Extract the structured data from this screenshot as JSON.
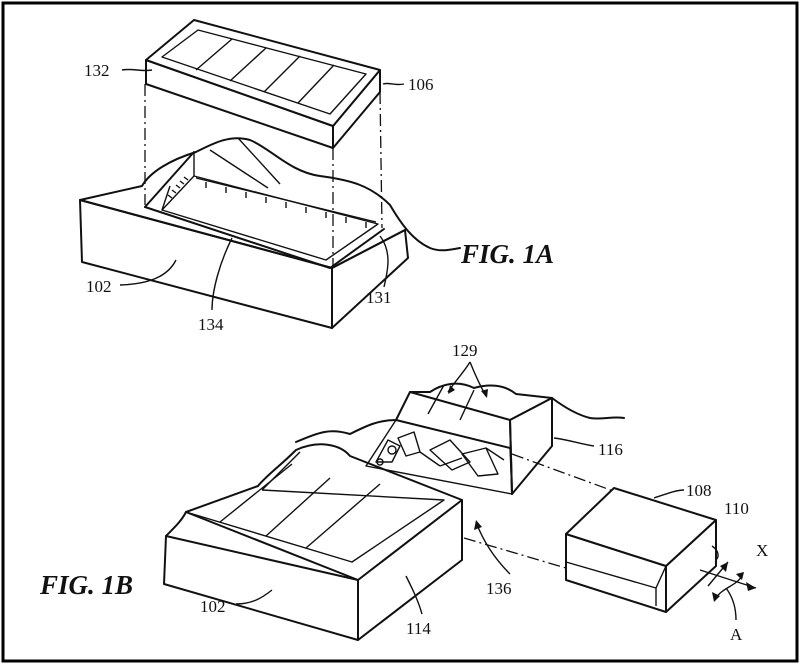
{
  "figures": {
    "fig_1a": {
      "title": "FIG. 1A",
      "labels": {
        "l132": "132",
        "l106": "106",
        "l102": "102",
        "l134": "134",
        "l131": "131"
      }
    },
    "fig_1b": {
      "title": "FIG. 1B",
      "labels": {
        "l129": "129",
        "l116": "116",
        "l108": "108",
        "l110": "110",
        "lX": "X",
        "l136": "136",
        "l102": "102",
        "l114": "114",
        "lA": "A"
      }
    }
  }
}
